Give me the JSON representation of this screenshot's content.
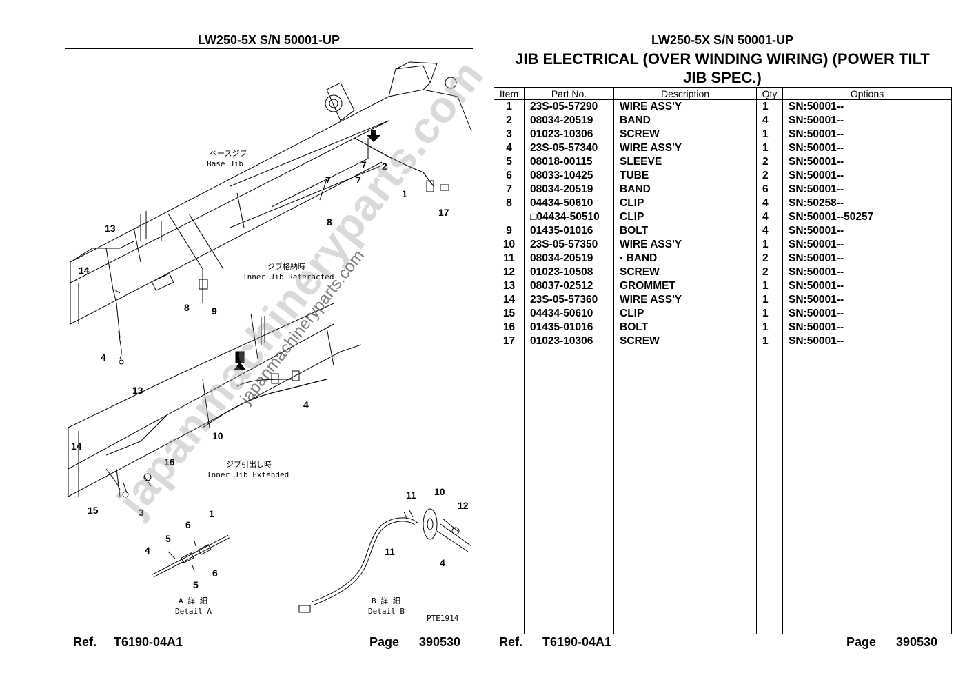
{
  "header": {
    "left_model": "LW250-5X S/N 50001-UP",
    "right_model": "LW250-5X S/N 50001-UP",
    "title_line1": "JIB ELECTRICAL (OVER WINDING WIRING) (POWER TILT",
    "title_line2": "JIB SPEC.)"
  },
  "drawing": {
    "base_jib_jp": "ベースジブ",
    "base_jib_en": "Base Jib",
    "retracted_jp": "ジブ格納時",
    "retracted_en": "Inner Jib Reteracted",
    "extended_jp": "ジブ引出し時",
    "extended_en": "Inner Jib Extended",
    "detail_a_jp": "A 詳 細",
    "detail_a_en": "Detail A",
    "detail_b_jp": "B 詳 細",
    "detail_b_en": "Detail B",
    "drawing_code": "PTE1914",
    "callouts": {
      "c1": "1",
      "c2": "2",
      "c7a": "7",
      "c7b": "7",
      "c17": "17",
      "c8a": "8",
      "c13a": "13",
      "c14a": "14",
      "c8b": "8",
      "c9": "9",
      "c4a": "4",
      "c13b": "13",
      "c14b": "14",
      "c10": "10",
      "c4b": "4",
      "c16": "16",
      "c15": "15",
      "c3": "3",
      "c11a": "11",
      "c10b": "10",
      "c12": "12",
      "c11b": "11",
      "c4c": "4",
      "c1b": "1",
      "c6a": "6",
      "c5a": "5",
      "c4d": "4",
      "c5b": "5",
      "c6b": "6"
    }
  },
  "watermark": {
    "main": "japanmachineryparts.com",
    "secondary": "japanmachineryparts.com"
  },
  "table": {
    "headers": {
      "item": "Item",
      "part_no": "Part No.",
      "description": "Description",
      "qty": "Qty",
      "options": "Options"
    },
    "rows": [
      {
        "item": "1",
        "part_no": "23S-05-57290",
        "description": "WIRE ASS'Y",
        "qty": "1",
        "options": "SN:50001--"
      },
      {
        "item": "2",
        "part_no": "08034-20519",
        "description": "BAND",
        "qty": "4",
        "options": "SN:50001--"
      },
      {
        "item": "3",
        "part_no": "01023-10306",
        "description": "SCREW",
        "qty": "1",
        "options": "SN:50001--"
      },
      {
        "item": "4",
        "part_no": "23S-05-57340",
        "description": "WIRE ASS'Y",
        "qty": "1",
        "options": "SN:50001--"
      },
      {
        "item": "5",
        "part_no": "08018-00115",
        "description": "SLEEVE",
        "qty": "2",
        "options": "SN:50001--"
      },
      {
        "item": "6",
        "part_no": "08033-10425",
        "description": "TUBE",
        "qty": "2",
        "options": "SN:50001--"
      },
      {
        "item": "7",
        "part_no": "08034-20519",
        "description": "BAND",
        "qty": "6",
        "options": "SN:50001--"
      },
      {
        "item": "8",
        "part_no": "04434-50610",
        "description": "CLIP",
        "qty": "4",
        "options": "SN:50258--"
      },
      {
        "item": "",
        "part_no": "□04434-50510",
        "description": "CLIP",
        "qty": "4",
        "options": "SN:50001--50257"
      },
      {
        "item": "9",
        "part_no": "01435-01016",
        "description": "BOLT",
        "qty": "4",
        "options": "SN:50001--"
      },
      {
        "item": "10",
        "part_no": "23S-05-57350",
        "description": "WIRE ASS'Y",
        "qty": "1",
        "options": "SN:50001--"
      },
      {
        "item": "11",
        "part_no": "08034-20519",
        "description": "· BAND",
        "qty": "2",
        "options": "SN:50001--"
      },
      {
        "item": "12",
        "part_no": "01023-10508",
        "description": "SCREW",
        "qty": "2",
        "options": "SN:50001--"
      },
      {
        "item": "13",
        "part_no": "08037-02512",
        "description": "GROMMET",
        "qty": "1",
        "options": "SN:50001--"
      },
      {
        "item": "14",
        "part_no": "23S-05-57360",
        "description": "WIRE ASS'Y",
        "qty": "1",
        "options": "SN:50001--"
      },
      {
        "item": "15",
        "part_no": "04434-50610",
        "description": "CLIP",
        "qty": "1",
        "options": "SN:50001--"
      },
      {
        "item": "16",
        "part_no": "01435-01016",
        "description": "BOLT",
        "qty": "1",
        "options": "SN:50001--"
      },
      {
        "item": "17",
        "part_no": "01023-10306",
        "description": "SCREW",
        "qty": "1",
        "options": "SN:50001--"
      }
    ]
  },
  "footer": {
    "ref_label": "Ref.",
    "ref_value": "T6190-04A1",
    "page_label": "Page",
    "page_value": "390530"
  }
}
